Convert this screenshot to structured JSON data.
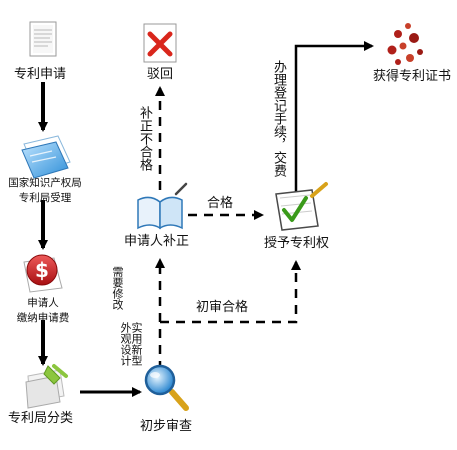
{
  "nodes": {
    "apply": "专利申请",
    "office_accept": "国家知识产权局\n专利局受理",
    "pay_fee": "申请人\n缴纳申请费",
    "classify": "专利局分类",
    "preliminary": "初步审查",
    "supplement": "申请人补正",
    "reject": "驳回",
    "grant": "授予专利权",
    "certificate": "获得专利证书"
  },
  "edges": {
    "not_qualified": "补正不合格",
    "qualified": "合格",
    "need_modify": "需要修改",
    "utility_design": "实用新型\n外观设计",
    "preliminary_pass": "初审合格",
    "register_pay": "办理登记手续，交费"
  },
  "colors": {
    "arrow": "#000000",
    "reject_x": "#d9261c",
    "fee_icon": "#c8161d",
    "grant_check": "#3a9a1a",
    "office_icon": "#2f8fd8",
    "classify_icon": "#8cc63f",
    "search_icon": "#1e78c8",
    "certificate_icon": "#b0201a"
  }
}
